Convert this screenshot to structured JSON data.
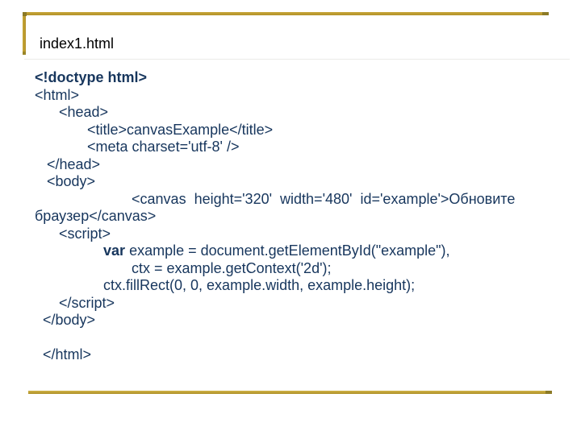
{
  "slide": {
    "title": "index1.html"
  },
  "colors": {
    "accent_gold": "#BF9F2E",
    "accent_gold_dark": "#8C7A26",
    "code_text": "#17365D",
    "title_text": "#000000"
  },
  "code": {
    "lines": [
      {
        "pre": "",
        "bold": "<!doctype html>",
        "rest": ""
      },
      {
        "pre": "",
        "bold": "",
        "rest": "<html>"
      },
      {
        "pre": "",
        "bold": "",
        "rest": "      <head>"
      },
      {
        "pre": "",
        "bold": "",
        "rest": "             <title>canvasExample</title>"
      },
      {
        "pre": "",
        "bold": "",
        "rest": "             <meta charset='utf-8' />"
      },
      {
        "pre": "",
        "bold": "",
        "rest": "   </head>"
      },
      {
        "pre": "",
        "bold": "",
        "rest": "   <body>"
      },
      {
        "pre": "",
        "bold": "",
        "rest": "                        <canvas  height='320'  width='480'  id='example'>Обновите"
      },
      {
        "pre": "",
        "bold": "",
        "rest": "браузер</canvas>"
      },
      {
        "pre": "",
        "bold": "",
        "rest": "      <script>"
      },
      {
        "pre": "                 ",
        "bold": "var",
        "rest": " example = document.getElementById(\"example\"),"
      },
      {
        "pre": "",
        "bold": "",
        "rest": "                        ctx = example.getContext('2d');"
      },
      {
        "pre": "",
        "bold": "",
        "rest": "                 ctx.fillRect(0, 0, example.width, example.height);"
      },
      {
        "pre": "",
        "bold": "",
        "rest": "      </script>"
      },
      {
        "pre": "",
        "bold": "",
        "rest": "  </body>"
      },
      {
        "pre": "",
        "bold": "",
        "rest": ""
      },
      {
        "pre": "",
        "bold": "",
        "rest": "  </html>"
      }
    ]
  }
}
